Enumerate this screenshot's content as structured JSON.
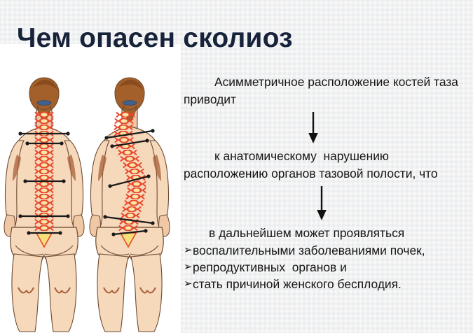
{
  "slide": {
    "title": "Чем опасен сколиоз",
    "title_color": "#17233a",
    "background_color": "#f8f8f8",
    "panel_color": "#ffffff"
  },
  "illustration": {
    "caption": "",
    "figures": [
      {
        "name": "normal-posture-figure",
        "description": "Женская фигура со спины, прямой позвоночник, горизонтальные линии симметрии",
        "spine_type": "straight",
        "reference_lines": "horizontal"
      },
      {
        "name": "scoliosis-posture-figure",
        "description": "Женская фигура со спины, S-образное искривление позвоночника, наклонённые линии",
        "spine_type": "s-curve",
        "reference_lines": "tilted"
      }
    ],
    "colors": {
      "skin": "#f6d8bb",
      "skin_shadow": "#e8bd97",
      "outline": "#6d4a33",
      "hair": "#a4602a",
      "hair_dark": "#8a4c1f",
      "hair_tie": "#41628f",
      "vertebra": "#e8482a",
      "vertebra_core": "#f8e6a8",
      "sacrum": "#f6e07a",
      "marker_line": "#1a1a1a"
    }
  },
  "content": {
    "block1": "Асимметричное расположение костей таза приводит",
    "arrow1": "down-arrow",
    "block2": "к анатомическому  нарушению расположению органов тазовой полости, что",
    "arrow2": "down-arrow",
    "block3": "в дальнейшем может проявляться",
    "bullet_marker": "➢",
    "bullets": [
      "воспалительными заболеваниями почек,",
      "репродуктивных  органов и",
      "стать причиной женского бесплодия."
    ]
  }
}
